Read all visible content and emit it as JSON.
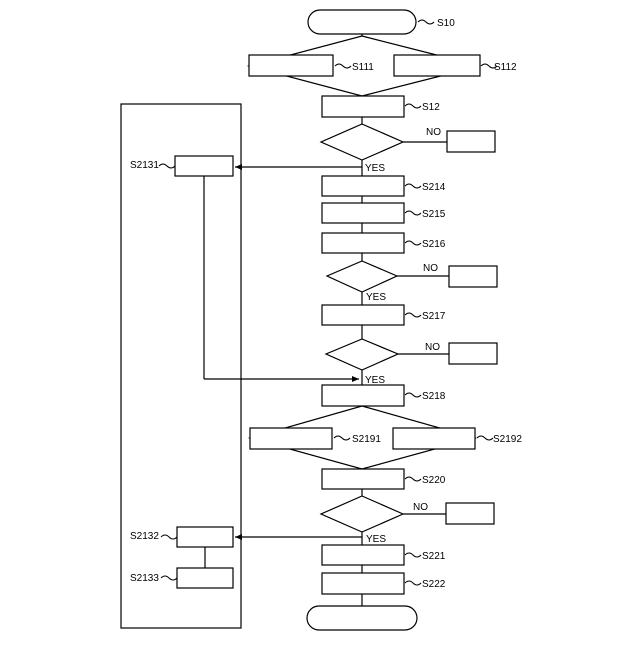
{
  "labels": {
    "s10": "S10",
    "s111": "S111",
    "s112": "S112",
    "s12": "S12",
    "s214": "S214",
    "s215": "S215",
    "s216": "S216",
    "s217": "S217",
    "s218": "S218",
    "s2191": "S2191",
    "s2192": "S2192",
    "s220": "S220",
    "s221": "S221",
    "s222": "S222",
    "s2131": "S2131",
    "s2132": "S2132",
    "s2133": "S2133"
  },
  "branches": {
    "no_1": "NO",
    "yes_1": "YES",
    "no_2": "NO",
    "yes_2": "YES",
    "no_3": "NO",
    "yes_3": "YES",
    "no_4": "NO",
    "yes_4": "YES"
  }
}
